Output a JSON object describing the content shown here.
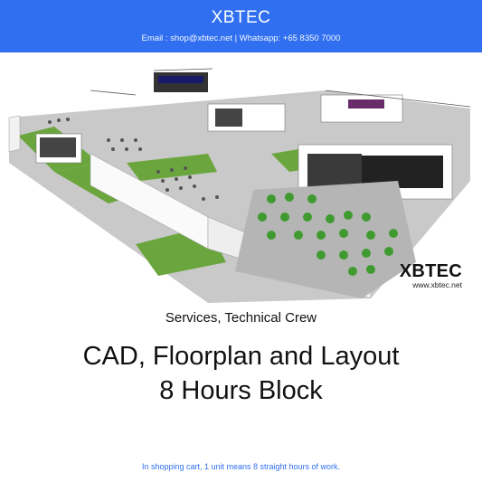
{
  "header": {
    "brand": "XBTEC",
    "contact": "Email : shop@xbtec.net | Whatsapp: +65 8350 7000"
  },
  "watermark": {
    "logo": "XBTEC",
    "website": "www.xbtec.net"
  },
  "product": {
    "category": "Services, Technical Crew",
    "title_line1": "CAD, Floorplan and Layout",
    "title_line2": "8 Hours Block"
  },
  "footer": {
    "note": "In shopping cart, 1 unit means 8 straight hours of work."
  },
  "colors": {
    "header_bg": "#2f6ff0",
    "lawn": "#6aa63d",
    "floor": "#bdbdbd",
    "wall": "#f2f2f2",
    "plant": "#3f9b2f"
  }
}
